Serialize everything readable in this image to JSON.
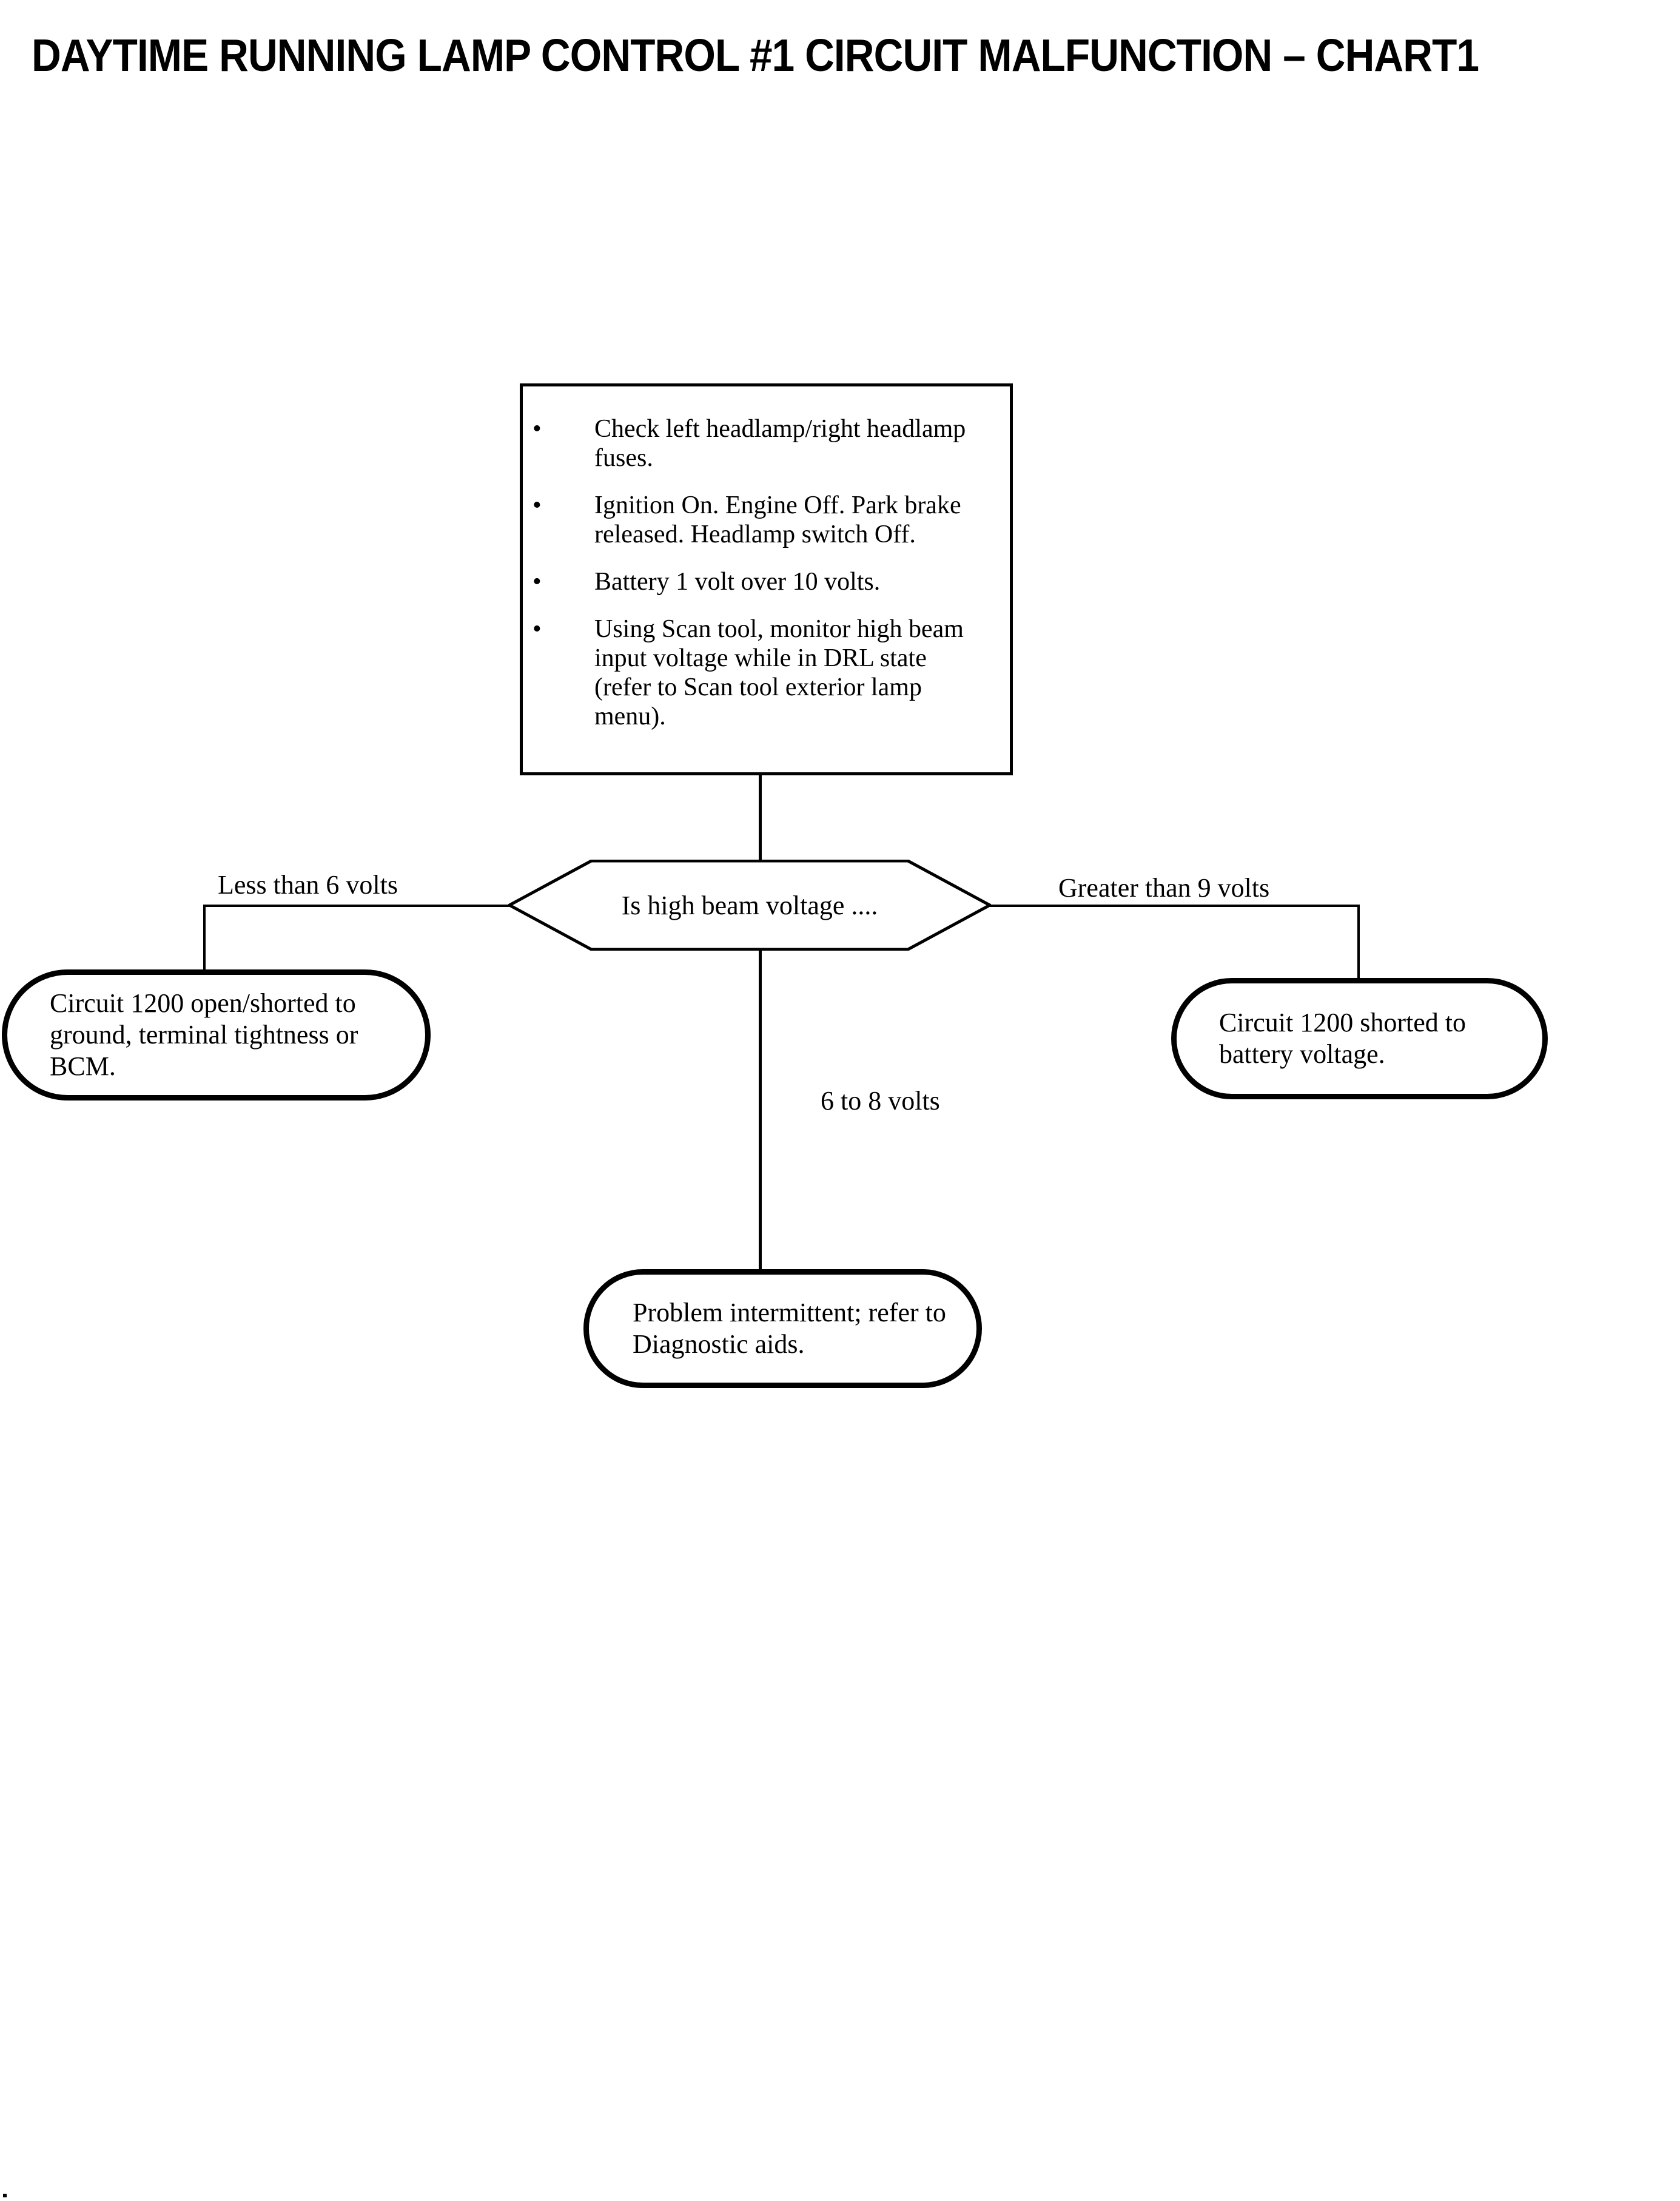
{
  "page": {
    "title": "DAYTIME RUNNING LAMP CONTROL #1 CIRCUIT MALFUNCTION – CHART1"
  },
  "colors": {
    "ink": "#000000",
    "paper": "#ffffff"
  },
  "diagram": {
    "setup_box": {
      "bullets": [
        "Check left headlamp/right headlamp fuses.",
        "Ignition On. Engine Off. Park brake released. Headlamp switch Off.",
        "Battery 1 volt over 10 volts.",
        "Using Scan tool, monitor high beam input voltage while in DRL state (refer to Scan tool exterior lamp menu)."
      ]
    },
    "decision": {
      "question": "Is high beam voltage ...."
    },
    "branches": [
      {
        "condition": "Less than 6 volts",
        "outcome": "Circuit 1200 open/shorted to ground, terminal tightness or BCM."
      },
      {
        "condition": "Greater than 9 volts",
        "outcome": "Circuit 1200 shorted to battery voltage."
      },
      {
        "condition": "6 to 8 volts",
        "outcome": "Problem intermittent; refer to Diagnostic aids."
      }
    ]
  }
}
